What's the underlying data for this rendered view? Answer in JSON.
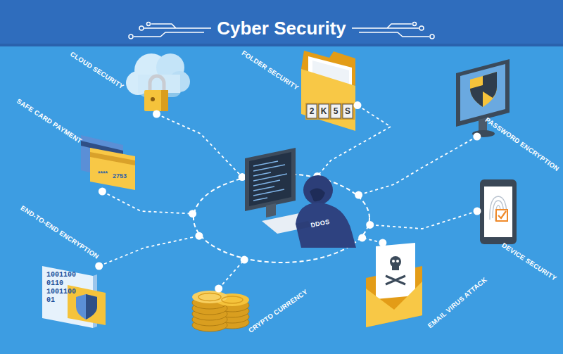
{
  "diagram": {
    "title": "Cyber Security",
    "nodes": [
      {
        "text": [
          "CLOUD SECURITY"
        ]
      },
      {
        "text": [
          "FOLDER SECURITY"
        ]
      },
      {
        "text": [
          "PASSWORD ENCRYPTION"
        ]
      },
      {
        "text": [
          "SAFE CARD PAYMENT"
        ]
      },
      {
        "text": [
          "DDOS"
        ]
      },
      {
        "text": [
          "DEVICE SECURITY"
        ]
      },
      {
        "text": [
          "END-TO-END ENCRYPTION"
        ]
      },
      {
        "text": [
          "CRYPTO CURRENCY"
        ]
      },
      {
        "text": [
          "EMAIL VIRUS ATTACK"
        ]
      }
    ],
    "edges": [
      {
        "from": 0,
        "to": 4,
        "arrow": "none"
      },
      {
        "from": 1,
        "to": 4,
        "arrow": "none"
      },
      {
        "from": 2,
        "to": 4,
        "arrow": "none"
      },
      {
        "from": 3,
        "to": 4,
        "arrow": "none"
      },
      {
        "from": 5,
        "to": 4,
        "arrow": "none"
      },
      {
        "from": 6,
        "to": 4,
        "arrow": "none"
      },
      {
        "from": 7,
        "to": 4,
        "arrow": "none"
      },
      {
        "from": 8,
        "to": 4,
        "arrow": "none"
      }
    ],
    "labels": [
      "2",
      "K",
      "5",
      "S",
      "****",
      "2753",
      "1001100",
      "0110",
      "1001100",
      "01"
    ]
  }
}
